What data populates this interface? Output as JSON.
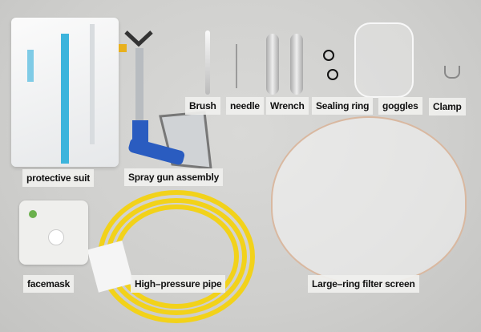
{
  "labels": {
    "protective_suit": "protective suit",
    "spray_gun": "Spray gun assembly",
    "brush": "Brush",
    "needle": "needle",
    "wrench": "Wrench",
    "sealing_ring": "Sealing ring",
    "goggles": "goggles",
    "clamp": "Clamp",
    "facemask": "facemask",
    "pipe": "High–pressure pipe",
    "filter": "Large–ring filter screen"
  },
  "colors": {
    "background": "#d3d3d1",
    "suit_stripe": "#3cb4dc",
    "gun_blue": "#2a5cc0",
    "pipe_yellow": "#f2d21a"
  }
}
